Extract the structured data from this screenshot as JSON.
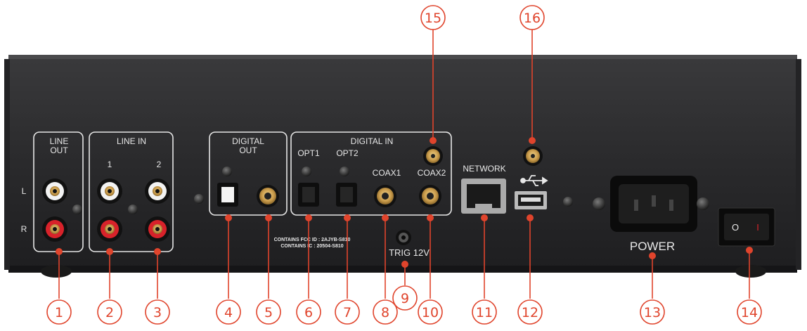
{
  "panel": {
    "line_out": [
      "LINE",
      "OUT"
    ],
    "line_in": "LINE IN",
    "line_in_1": "1",
    "line_in_2": "2",
    "channel_l": "L",
    "channel_r": "R",
    "digital_out": [
      "DIGITAL",
      "OUT"
    ],
    "digital_in": "DIGITAL IN",
    "opt1": "OPT1",
    "opt2": "OPT2",
    "coax1": "COAX1",
    "coax2": "COAX2",
    "network": "NETWORK",
    "trig": "TRIG 12V",
    "power": "POWER",
    "fcc": [
      "CONTAINS FCC ID : 2AJYB-S810",
      "CONTAINS IC : 20504-S810"
    ],
    "switch_off": "O",
    "switch_on": "I"
  },
  "callouts": [
    "1",
    "2",
    "3",
    "4",
    "5",
    "6",
    "7",
    "8",
    "9",
    "10",
    "11",
    "12",
    "13",
    "14",
    "15",
    "16"
  ],
  "colors": {
    "callout": "#e0442c",
    "chassis": "#2b2b2d",
    "label_box": "#e6e6e6",
    "rca_red": "#d8222a",
    "rca_white": "#f2f2f2",
    "gold": "#c89a4a"
  }
}
